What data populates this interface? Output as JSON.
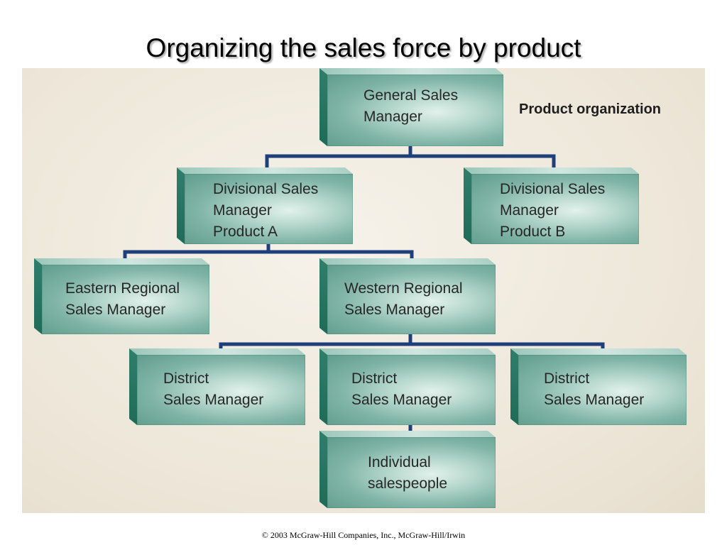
{
  "slide": {
    "title": "Organizing the sales force by product",
    "footer": "© 2003 McGraw-Hill Companies, Inc., McGraw-Hill/Irwin"
  },
  "diagram": {
    "label": "Product organization",
    "colors": {
      "box_face": "#7fb4a6",
      "box_edge": "#1f6b58",
      "connector": "#1f3f7a",
      "panel": "#ede6d8"
    },
    "nodes": {
      "general_sales_manager": {
        "lines": [
          "General Sales",
          "Manager"
        ]
      },
      "divisional_a": {
        "lines": [
          "Divisional Sales",
          "Manager",
          "Product A"
        ]
      },
      "divisional_b": {
        "lines": [
          "Divisional Sales",
          "Manager",
          "Product B"
        ]
      },
      "eastern_regional": {
        "lines": [
          "Eastern Regional",
          "Sales Manager"
        ]
      },
      "western_regional": {
        "lines": [
          "Western Regional",
          "Sales Manager"
        ]
      },
      "district_1": {
        "lines": [
          "District",
          "Sales Manager"
        ]
      },
      "district_2": {
        "lines": [
          "District",
          "Sales Manager"
        ]
      },
      "district_3": {
        "lines": [
          "District",
          "Sales Manager"
        ]
      },
      "individual_salespeople": {
        "lines": [
          "Individual",
          "salespeople"
        ]
      }
    },
    "edges": [
      [
        "general_sales_manager",
        "divisional_a"
      ],
      [
        "general_sales_manager",
        "divisional_b"
      ],
      [
        "divisional_a",
        "eastern_regional"
      ],
      [
        "divisional_a",
        "western_regional"
      ],
      [
        "western_regional",
        "district_1"
      ],
      [
        "western_regional",
        "district_2"
      ],
      [
        "western_regional",
        "district_3"
      ],
      [
        "district_2",
        "individual_salespeople"
      ]
    ]
  }
}
